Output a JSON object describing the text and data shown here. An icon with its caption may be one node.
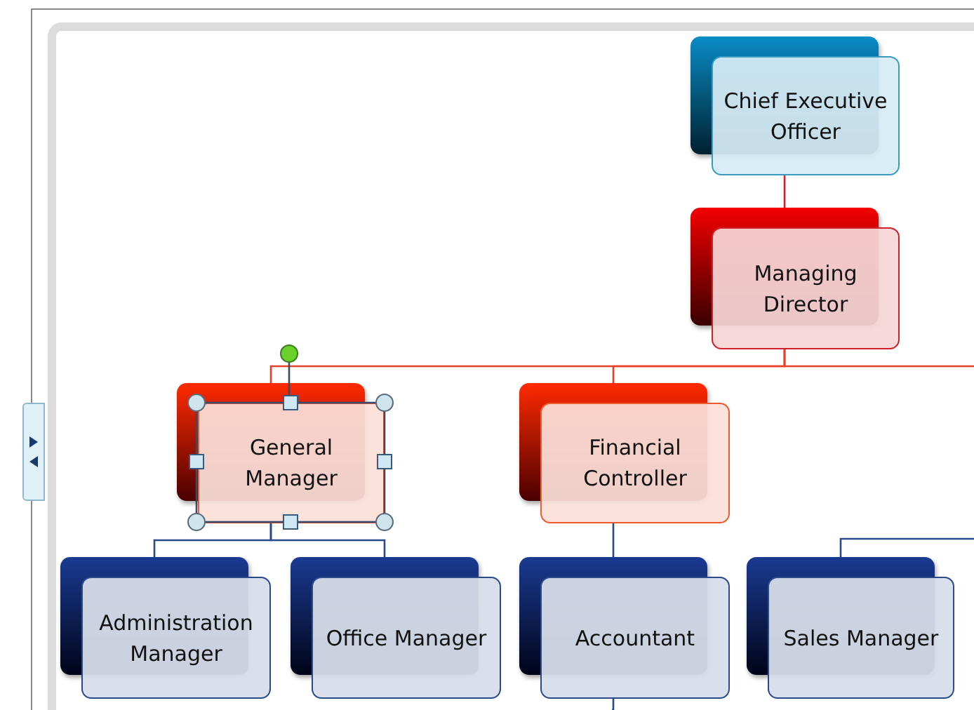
{
  "diagram": {
    "nodes": [
      {
        "text": [
          "Chief Executive Officer"
        ]
      },
      {
        "text": [
          "Managing Director"
        ]
      },
      {
        "text": [
          "General Manager"
        ]
      },
      {
        "text": [
          "Financial Controller"
        ]
      },
      {
        "text": [
          "Administration Manager"
        ]
      },
      {
        "text": [
          "Office Manager"
        ]
      },
      {
        "text": [
          "Accountant"
        ]
      },
      {
        "text": [
          "Sales Manager"
        ]
      }
    ],
    "edges": [
      {
        "from": 0,
        "to": 1,
        "arrow": "none",
        "color": "#d8202e"
      },
      {
        "from": 1,
        "to": 2,
        "arrow": "none",
        "color": "#e8402a"
      },
      {
        "from": 1,
        "to": 3,
        "arrow": "none",
        "color": "#e8402a"
      },
      {
        "from": 1,
        "to": null,
        "arrow": "none",
        "color": "#e8402a"
      },
      {
        "from": 2,
        "to": 4,
        "arrow": "none"
      },
      {
        "from": 2,
        "to": 5,
        "arrow": "none"
      },
      {
        "from": 3,
        "to": 6,
        "arrow": "none"
      },
      {
        "from": 6,
        "to": null,
        "arrow": "none"
      },
      {
        "from": null,
        "to": 7,
        "arrow": "none"
      }
    ]
  }
}
